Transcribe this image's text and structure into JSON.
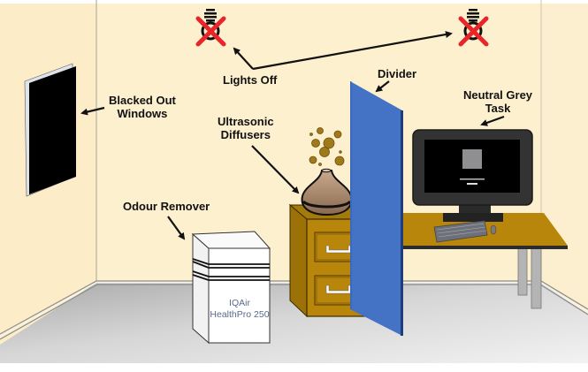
{
  "diagram": {
    "title": "Experimental room setup",
    "labels": {
      "lights_off": "Lights Off",
      "blacked_out_windows_line1": "Blacked Out",
      "blacked_out_windows_line2": "Windows",
      "divider": "Divider",
      "neutral_grey_task_line1": "Neutral Grey",
      "neutral_grey_task_line2": "Task",
      "ultrasonic_diffusers_line1": "Ultrasonic",
      "ultrasonic_diffusers_line2": "Diffusers",
      "odour_remover": "Odour Remover"
    },
    "odour_remover_brand": {
      "line1": "IQAir",
      "line2": "HealthPro 250"
    },
    "objects": [
      {
        "name": "ceiling-light-left",
        "state": "off"
      },
      {
        "name": "ceiling-light-right",
        "state": "off"
      },
      {
        "name": "blacked-out-window"
      },
      {
        "name": "divider-panel"
      },
      {
        "name": "computer-monitor",
        "screen": "neutral grey square stimulus"
      },
      {
        "name": "desk"
      },
      {
        "name": "filing-cabinet",
        "drawers": 2
      },
      {
        "name": "ultrasonic-diffuser"
      },
      {
        "name": "air-purifier"
      }
    ],
    "colors": {
      "wall": "#fdf0cf",
      "floor": "#cfcfcf",
      "divider": "#4472c4",
      "furniture": "#b8860b",
      "cross": "#e8262a",
      "window": "#000000"
    }
  }
}
